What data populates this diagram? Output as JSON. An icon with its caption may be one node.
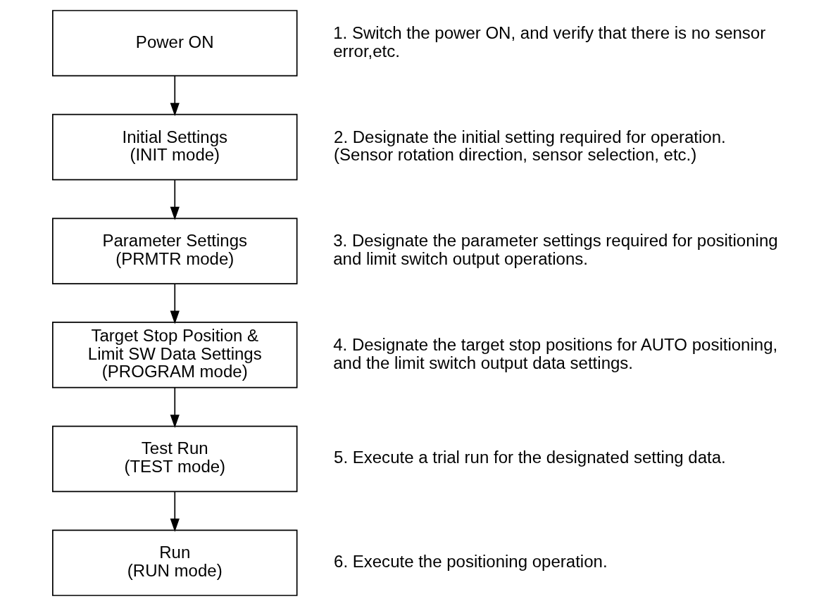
{
  "diagram": {
    "nodes": [
      {
        "text": [
          "Power ON"
        ],
        "beside": [
          "1. Switch the power ON, and verify that there is no sensor error,etc."
        ]
      },
      {
        "text": [
          "Initial Settings",
          "(INIT mode)"
        ],
        "beside": [
          "2. Designate the initial setting required for operation. (Sensor rotation direction, sensor selection, etc.)"
        ]
      },
      {
        "text": [
          "Parameter Settings",
          "(PRMTR mode)"
        ],
        "beside": [
          "3. Designate the parameter settings required for positioning and limit switch output operations."
        ]
      },
      {
        "text": [
          "Target Stop Position & Limit SW Data Settings",
          "(PROGRAM mode)"
        ],
        "beside": [
          "4. Designate the target stop positions for AUTO positioning, and the limit switch output data settings."
        ]
      },
      {
        "text": [
          "Test Run",
          "(TEST mode)"
        ],
        "beside": [
          "5. Execute a trial run for the designated setting data."
        ]
      },
      {
        "text": [
          "Run",
          "(RUN mode)"
        ],
        "beside": [
          "6. Execute the positioning operation."
        ]
      }
    ],
    "edges": [
      {
        "from": 0,
        "to": 1,
        "arrow": "to"
      },
      {
        "from": 1,
        "to": 2,
        "arrow": "to"
      },
      {
        "from": 2,
        "to": 3,
        "arrow": "to"
      },
      {
        "from": 3,
        "to": 4,
        "arrow": "to"
      },
      {
        "from": 4,
        "to": 5,
        "arrow": "to"
      }
    ]
  }
}
